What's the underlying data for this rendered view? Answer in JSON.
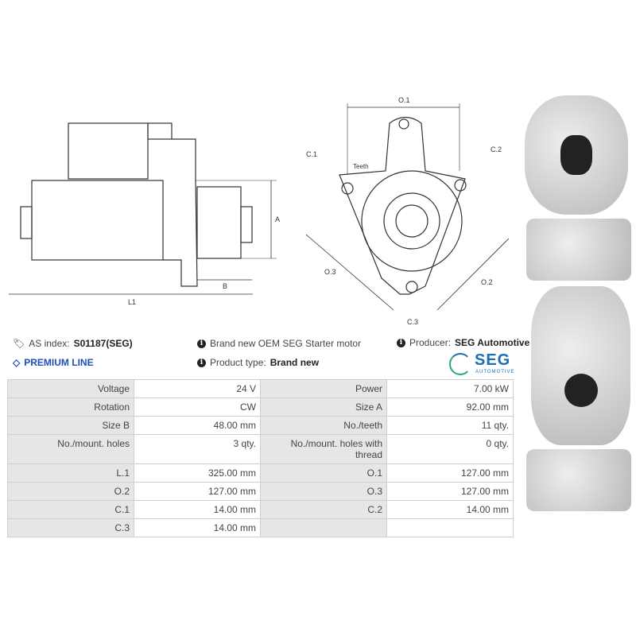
{
  "diagram_labels": {
    "o1": "O.1",
    "o2": "O.2",
    "o3": "O.3",
    "c1": "C.1",
    "c2": "C.2",
    "c3": "C.3",
    "teeth": "Teeth",
    "a": "A",
    "b": "B",
    "l1": "L1"
  },
  "info": {
    "as_index_label": "AS index:",
    "as_index_value": "S01187(SEG)",
    "premium": "PREMIUM LINE",
    "description": "Brand new OEM SEG Starter motor",
    "product_type_label": "Product type:",
    "product_type_value": "Brand new",
    "producer_label": "Producer:",
    "producer_value": "SEG Automotive",
    "logo_text": "SEG",
    "logo_sub": "AUTOMOTIVE"
  },
  "colors": {
    "premium": "#1f4fb4",
    "logo_blue": "#1c6fb5",
    "logo_green": "#2aa57a"
  },
  "specs": [
    [
      "Voltage",
      "24 V",
      "Power",
      "7.00 kW"
    ],
    [
      "Rotation",
      "CW",
      "Size A",
      "92.00 mm"
    ],
    [
      "Size B",
      "48.00 mm",
      "No./teeth",
      "11 qty."
    ],
    [
      "No./mount. holes",
      "3 qty.",
      "No./mount. holes with thread",
      "0 qty."
    ],
    [
      "L.1",
      "325.00 mm",
      "O.1",
      "127.00 mm"
    ],
    [
      "O.2",
      "127.00 mm",
      "O.3",
      "127.00 mm"
    ],
    [
      "C.1",
      "14.00 mm",
      "C.2",
      "14.00 mm"
    ],
    [
      "C.3",
      "14.00 mm",
      "",
      ""
    ]
  ]
}
